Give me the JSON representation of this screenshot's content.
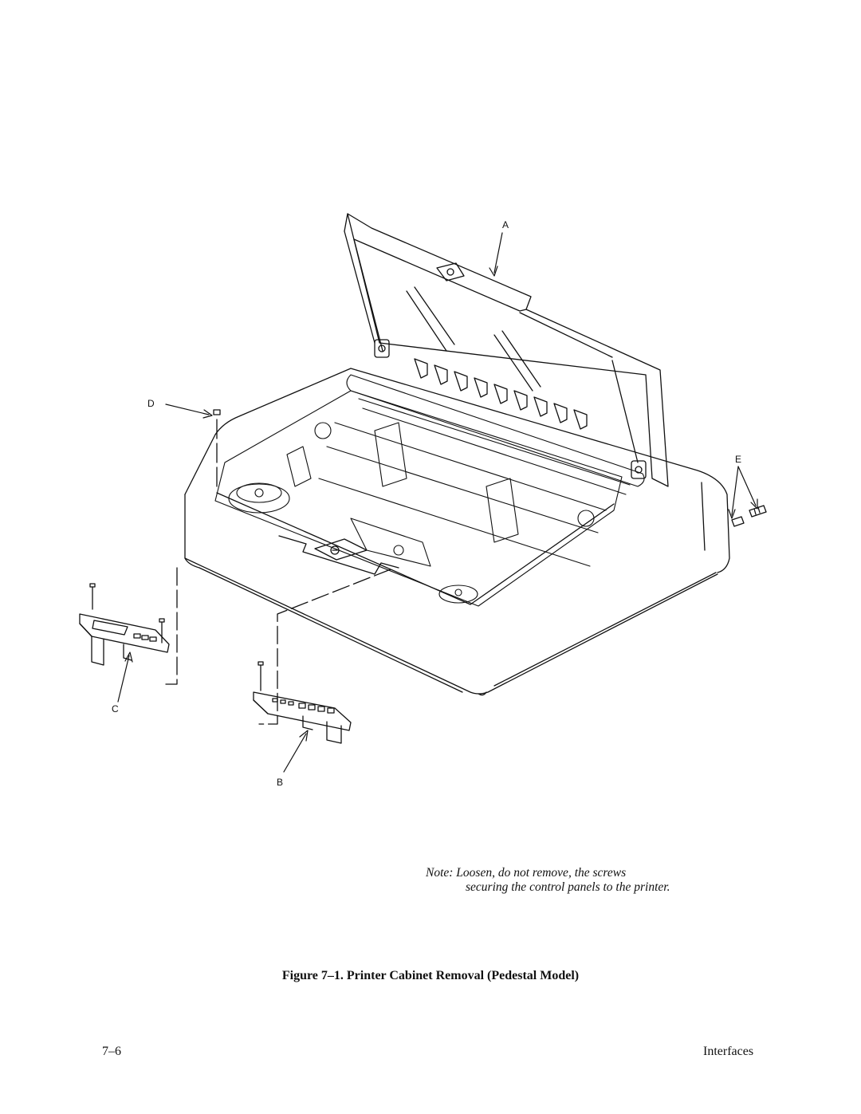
{
  "figure": {
    "callouts": {
      "a": "A",
      "b": "B",
      "c": "C",
      "d": "D",
      "e": "E"
    },
    "note_line1": "Note: Loosen, do not remove, the screws",
    "note_line2": "securing the control panels to the printer.",
    "caption": "Figure 7–1. Printer Cabinet Removal (Pedestal Model)"
  },
  "footer": {
    "page_number": "7–6",
    "section": "Interfaces"
  }
}
